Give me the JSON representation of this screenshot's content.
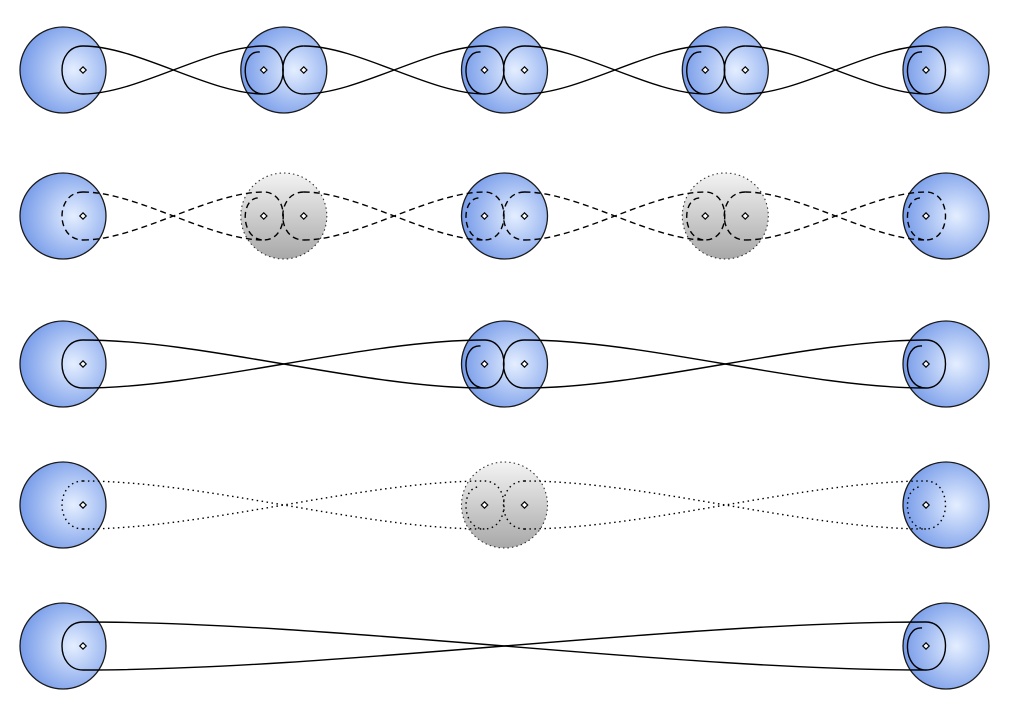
{
  "colors": {
    "active_center": "#e4eeff",
    "active_edge": "#7197e8",
    "inactive_top": "#f3f3f3",
    "inactive_bottom": "#a8a8a8",
    "line": "#000000"
  },
  "rows": [
    {
      "style": "solid",
      "nodes": [
        "active",
        "active",
        "active",
        "active",
        "active"
      ]
    },
    {
      "style": "dashed",
      "nodes": [
        "active",
        "inactive",
        "active",
        "inactive",
        "active"
      ]
    },
    {
      "style": "solid",
      "nodes": [
        "active",
        "active",
        "active"
      ]
    },
    {
      "style": "dotted",
      "nodes": [
        "active",
        "inactive",
        "active"
      ]
    },
    {
      "style": "solid",
      "nodes": [
        "active",
        "active"
      ]
    }
  ]
}
